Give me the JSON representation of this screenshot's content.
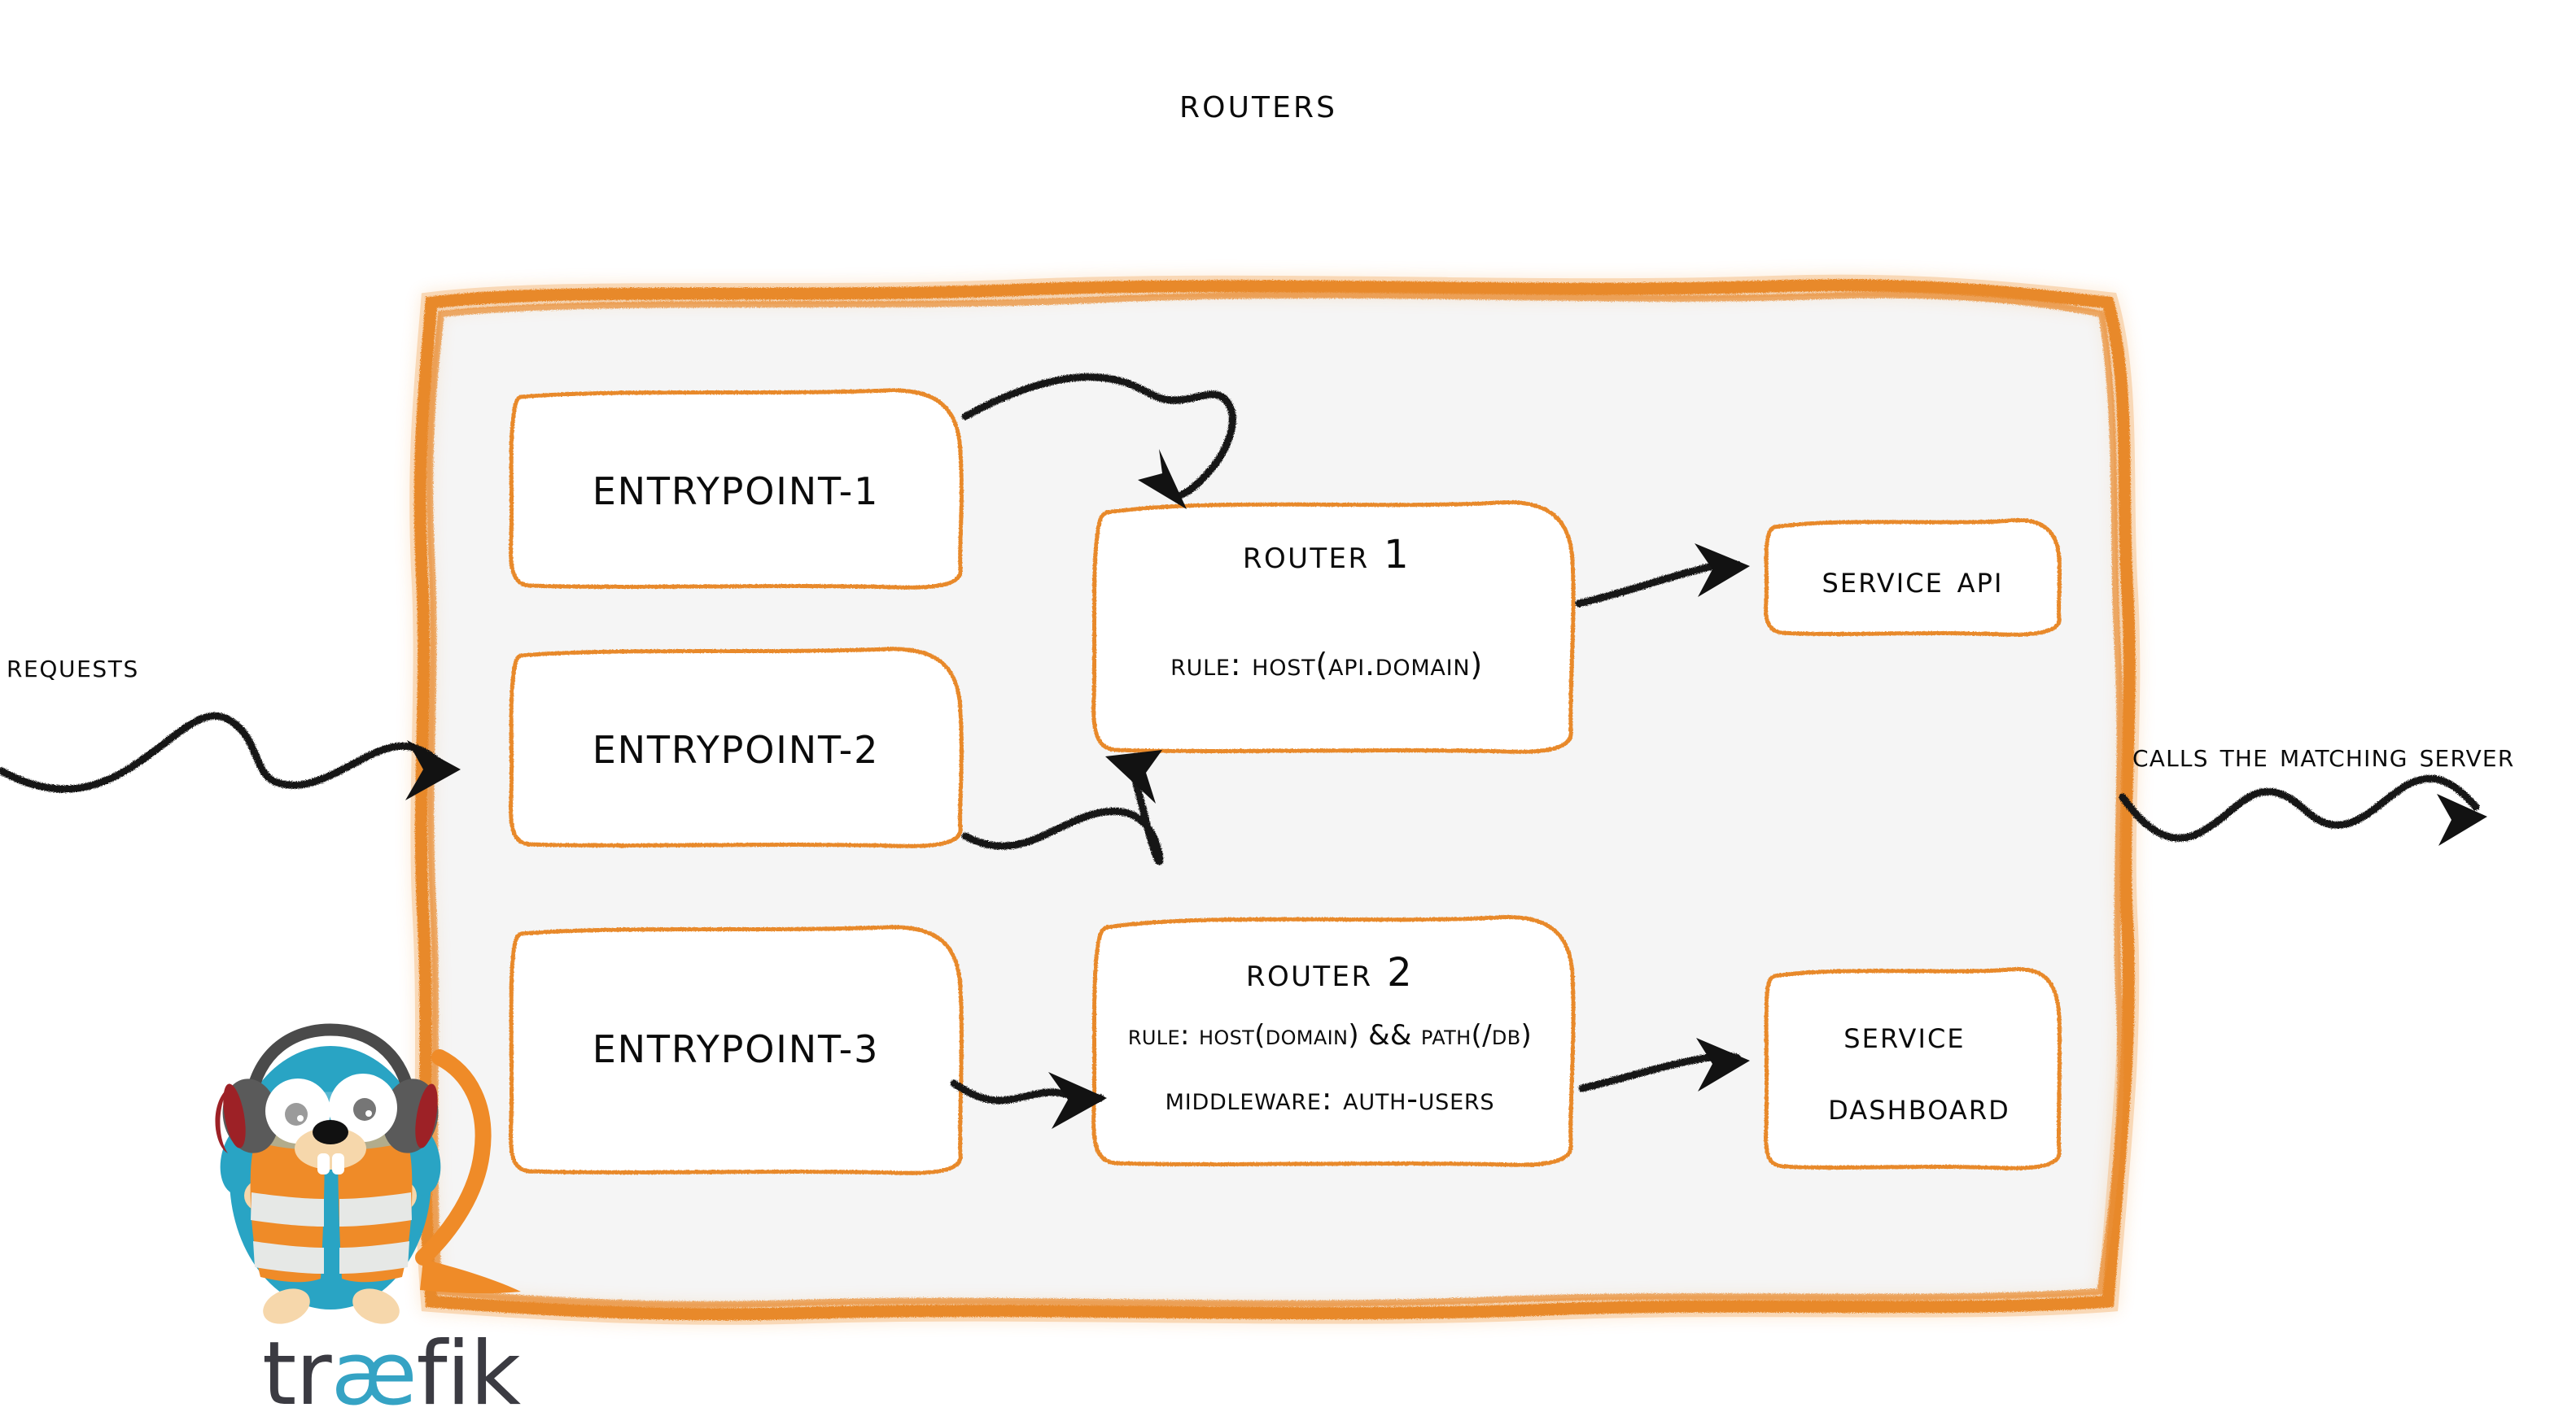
{
  "diagram": {
    "title": "Routers",
    "brand": "træfik",
    "accent_color": "#e8892b",
    "container_fill": "#f5f5f5",
    "ink_color": "#0b0b0b",
    "gopher_body_color": "#29a4c4",
    "gopher_vest_color": "#ef8b28",
    "gopher_stripe_color": "#e6e8e6",
    "gopher_wand_color": "#c3e05a",
    "gopher_muzzle_color": "#f6d7ab",
    "logo_ae_color": "#35a3c4",
    "logo_text_color": "#3b3b42"
  },
  "labels": {
    "incoming": "Requests",
    "outgoing": "Calls the matching server"
  },
  "entrypoints": [
    {
      "id": "entrypoint-1",
      "label": "entrypoint-1"
    },
    {
      "id": "entrypoint-2",
      "label": "entrypoint-2"
    },
    {
      "id": "entrypoint-3",
      "label": "entrypoint-3"
    }
  ],
  "routers": [
    {
      "id": "router-1",
      "title": "Router 1",
      "lines": [
        "rule: Host(api.domain)"
      ]
    },
    {
      "id": "router-2",
      "title": "Router 2",
      "lines": [
        "rule: Host(domain) && Path(/db)",
        "Middleware: auth-users"
      ]
    }
  ],
  "services": [
    {
      "id": "service-api",
      "lines": [
        "Service API"
      ]
    },
    {
      "id": "service-dashboard",
      "lines": [
        "Service",
        "Dashboard"
      ]
    }
  ],
  "connections": [
    {
      "from": "requests",
      "to": "routers-container"
    },
    {
      "from": "entrypoint-1",
      "to": "router-1"
    },
    {
      "from": "entrypoint-2",
      "to": "router-1"
    },
    {
      "from": "entrypoint-3",
      "to": "router-2"
    },
    {
      "from": "router-1",
      "to": "service-api"
    },
    {
      "from": "router-2",
      "to": "service-dashboard"
    },
    {
      "from": "routers-container",
      "to": "matching-server"
    }
  ]
}
